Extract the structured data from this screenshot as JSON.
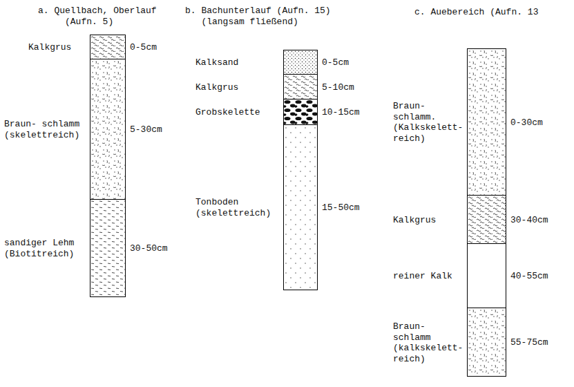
{
  "diagram": {
    "nodes": [
      {
        "text": [
          "Kalkgrus",
          "0-5cm"
        ]
      },
      {
        "text": [
          "Braun- schlamm (skelettreich)",
          "5-30cm"
        ]
      },
      {
        "text": [
          "sandiger Lehm (Biotitreich)",
          "30-50cm"
        ]
      },
      {
        "text": [
          "Kalksand",
          "0-5cm"
        ]
      },
      {
        "text": [
          "Kalkgrus",
          "5-10cm"
        ]
      },
      {
        "text": [
          "Grobskelette",
          "10-15cm"
        ]
      },
      {
        "text": [
          "Tonboden (skelettreich)",
          "15-50cm"
        ]
      },
      {
        "text": [
          "Braun- schlamm. (Kalkskelett- reich)",
          "0-30cm"
        ]
      },
      {
        "text": [
          "Kalkgrus",
          "30-40cm"
        ]
      },
      {
        "text": [
          "reiner Kalk",
          "40-55cm"
        ]
      },
      {
        "text": [
          "Braun- schlamm (kalkskelett- reich)",
          "55-75cm"
        ]
      }
    ],
    "labels": [
      "a. Quellbach, Oberlauf (Aufn. 5)",
      "b. Bachunterlauf (Aufn. 15) (langsam fließend)",
      "c. Auebereich (Aufn. 13"
    ]
  }
}
